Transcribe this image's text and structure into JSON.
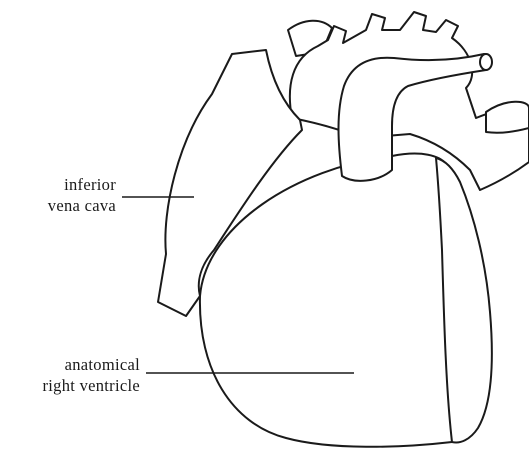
{
  "labels": {
    "inferior_vena_cava": [
      "inferior",
      "vena cava"
    ],
    "anatomical_right_ventricle": [
      "anatomical",
      "right ventricle"
    ]
  }
}
